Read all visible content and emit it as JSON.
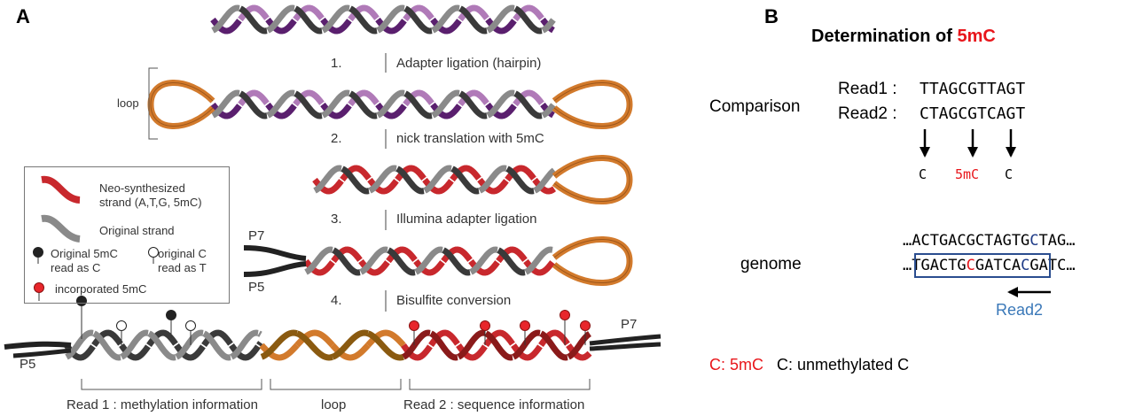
{
  "panel_a": {
    "label": "A",
    "steps": [
      {
        "num": "1.",
        "text": "Adapter ligation (hairpin)"
      },
      {
        "num": "2.",
        "text": "nick translation with 5mC"
      },
      {
        "num": "3.",
        "text": "Illumina adapter ligation"
      },
      {
        "num": "4.",
        "text": "Bisulfite conversion"
      }
    ],
    "loop_label": "loop",
    "adapters": {
      "p7": "P7",
      "p5": "P5"
    },
    "legend": {
      "neo_line1": "Neo-synthesized",
      "neo_line2": "strand (A,T,G, 5mC)",
      "original": "Original strand",
      "orig_5mc_1": "Original 5mC",
      "orig_5mc_2": "read as C",
      "orig_c_1": "original C",
      "orig_c_2": "read as T",
      "incorporated": "incorporated 5mC"
    },
    "regions": [
      "Read 1 : methylation information",
      "loop",
      "Read 2 : sequence information"
    ],
    "colors": {
      "purple": "#5a1f6e",
      "pink": "#b07ab8",
      "gray": "#8a8a8a",
      "dark": "#3a3a3a",
      "orange": "#d27a2c",
      "red": "#c8282d",
      "pin_red": "#e8262b"
    }
  },
  "panel_b": {
    "label": "B",
    "title_prefix": "Determination of ",
    "title_highlight": "5mC",
    "comparison_label": "Comparison",
    "read1_label": "Read1 :",
    "read1_seq": "TTAGCGTTAGT",
    "read2_label": "Read2 :",
    "read2_seq": "CTAGCGTCAGT",
    "calls": [
      "C",
      "5mC",
      "C"
    ],
    "genome_label": "genome",
    "genome_top": {
      "pre": "…ACTGACGCTAGTG",
      "c": "C",
      "post": "TAG…"
    },
    "genome_bottom": {
      "pre": "…",
      "boxed_a": "TGACTG",
      "boxed_c": "C",
      "boxed_b": "GATC",
      "mid_c": "A",
      "c2": "C",
      "post": "GATC…"
    },
    "read2_arrow_label": "Read2",
    "key_5mc": "C: 5mC",
    "key_unmeth": "C: unmethylated C",
    "colors": {
      "red": "#e8161b",
      "navy": "#1f3c88",
      "blue": "#3a78b8"
    }
  }
}
